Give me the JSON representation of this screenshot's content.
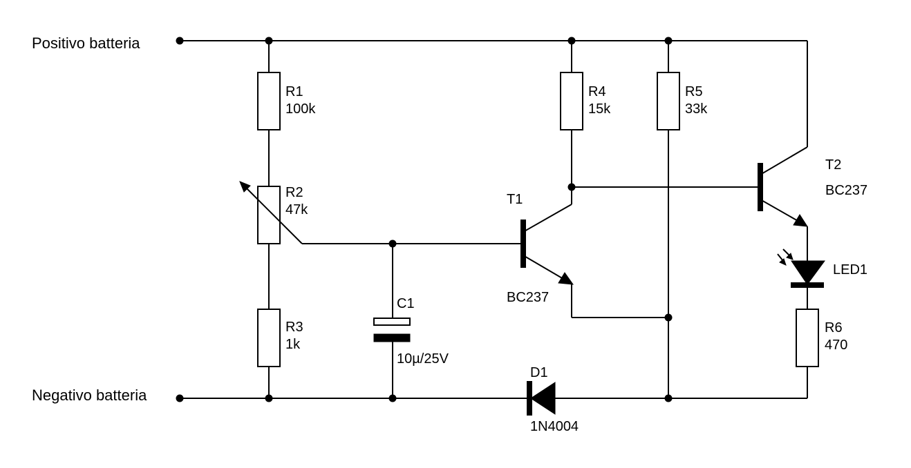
{
  "rails": {
    "positive": "Positivo batteria",
    "negative": "Negativo batteria"
  },
  "components": {
    "r1": {
      "ref": "R1",
      "value": "100k"
    },
    "r2": {
      "ref": "R2",
      "value": "47k"
    },
    "r3": {
      "ref": "R3",
      "value": "1k"
    },
    "r4": {
      "ref": "R4",
      "value": "15k"
    },
    "r5": {
      "ref": "R5",
      "value": "33k"
    },
    "r6": {
      "ref": "R6",
      "value": "470"
    },
    "c1": {
      "ref": "C1",
      "value": "10µ/25V"
    },
    "t1": {
      "ref": "T1",
      "value": "BC237"
    },
    "t2": {
      "ref": "T2",
      "value": "BC237"
    },
    "d1": {
      "ref": "D1",
      "value": "1N4004"
    },
    "led1": {
      "ref": "LED1"
    }
  }
}
